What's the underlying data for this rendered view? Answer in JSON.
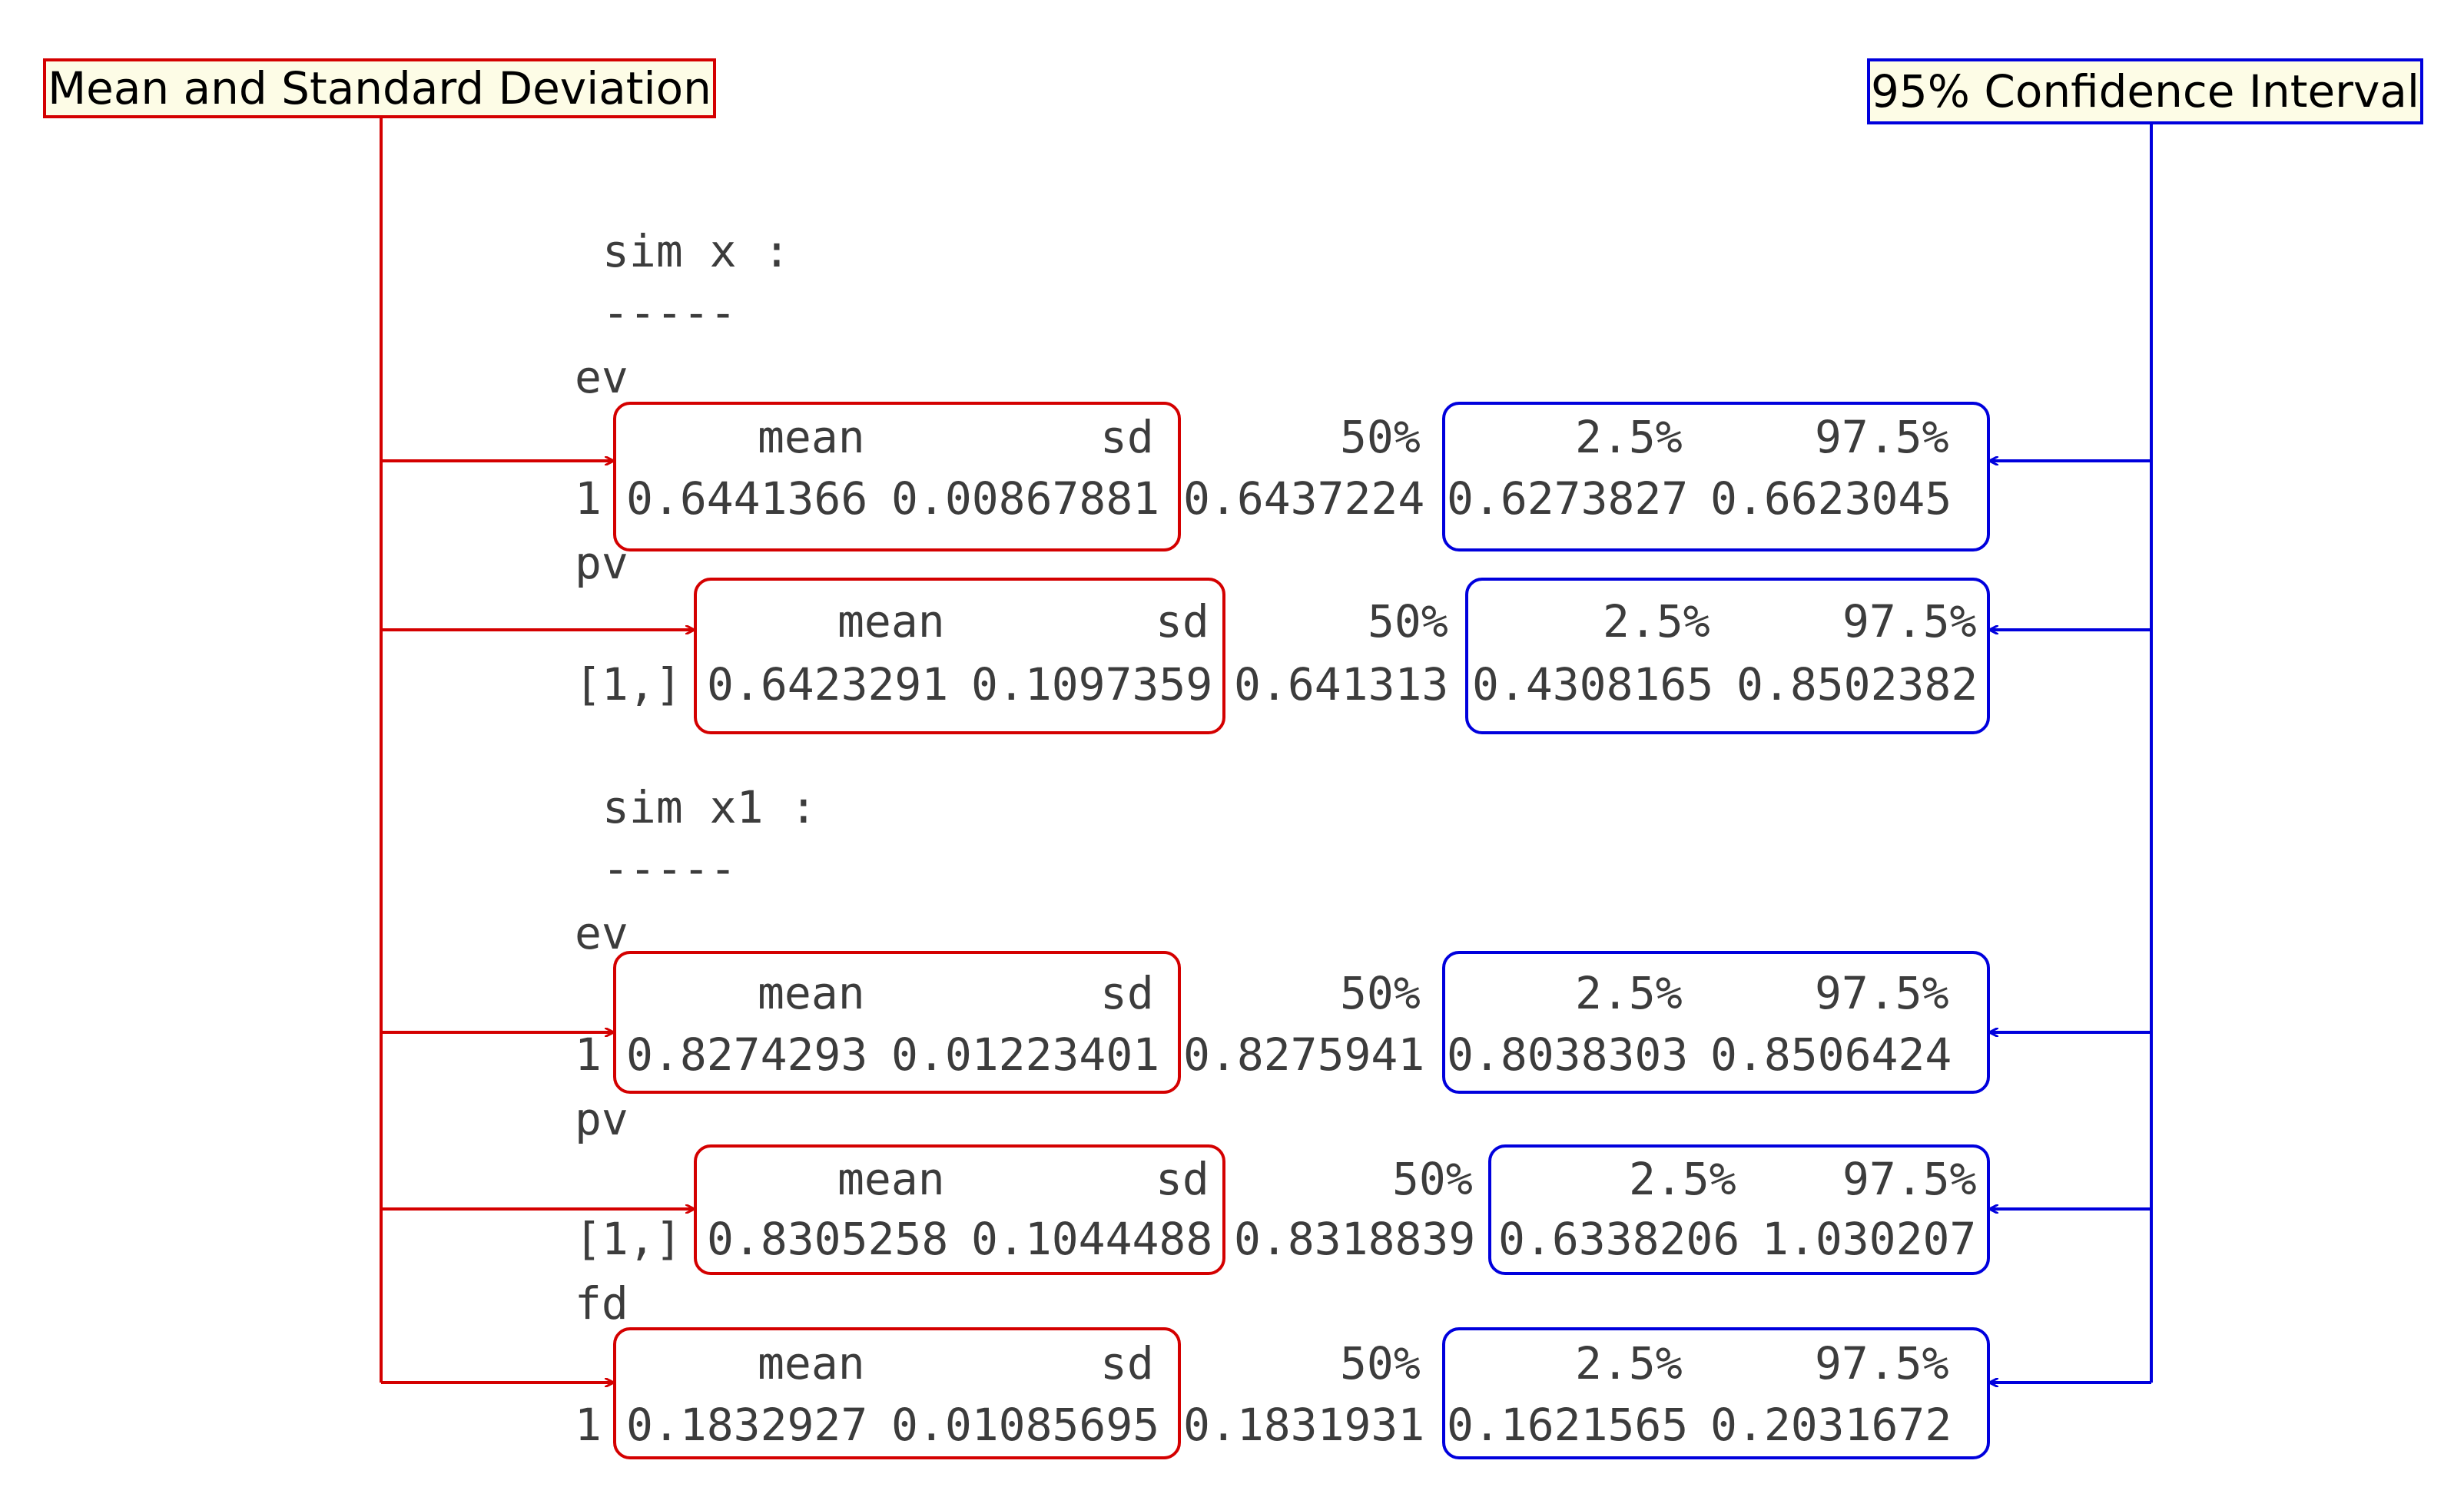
{
  "labels": {
    "mean_sd": "Mean and Standard Deviation",
    "ci": "95% Confidence Interval"
  },
  "colors": {
    "mean_sd": "#d40000",
    "ci": "#0000dd",
    "text": "#3c3c3c"
  },
  "blocks": [
    {
      "sim_title": "sim x :",
      "underline": "-----",
      "sections": [
        {
          "name": "ev",
          "row_label": "1",
          "headers": {
            "mean": "mean",
            "sd": "sd",
            "p50": "50%",
            "p2_5": "2.5%",
            "p97_5": "97.5%"
          },
          "values": {
            "mean": "0.6441366",
            "sd": "0.00867881",
            "p50": "0.6437224",
            "p2_5": "0.6273827",
            "p97_5": "0.6623045"
          }
        },
        {
          "name": "pv",
          "row_label": "[1,]",
          "headers": {
            "mean": "mean",
            "sd": "sd",
            "p50": "50%",
            "p2_5": "2.5%",
            "p97_5": "97.5%"
          },
          "values": {
            "mean": "0.6423291",
            "sd": "0.1097359",
            "p50": "0.641313",
            "p2_5": "0.4308165",
            "p97_5": "0.8502382"
          }
        }
      ]
    },
    {
      "sim_title": "sim x1 :",
      "underline": "-----",
      "sections": [
        {
          "name": "ev",
          "row_label": "1",
          "headers": {
            "mean": "mean",
            "sd": "sd",
            "p50": "50%",
            "p2_5": "2.5%",
            "p97_5": "97.5%"
          },
          "values": {
            "mean": "0.8274293",
            "sd": "0.01223401",
            "p50": "0.8275941",
            "p2_5": "0.8038303",
            "p97_5": "0.8506424"
          }
        },
        {
          "name": "pv",
          "row_label": "[1,]",
          "headers": {
            "mean": "mean",
            "sd": "sd",
            "p50": "50%",
            "p2_5": "2.5%",
            "p97_5": "97.5%"
          },
          "values": {
            "mean": "0.8305258",
            "sd": "0.1044488",
            "p50": "0.8318839",
            "p2_5": "0.6338206",
            "p97_5": "1.030207"
          }
        },
        {
          "name": "fd",
          "row_label": "1",
          "headers": {
            "mean": "mean",
            "sd": "sd",
            "p50": "50%",
            "p2_5": "2.5%",
            "p97_5": "97.5%"
          },
          "values": {
            "mean": "0.1832927",
            "sd": "0.01085695",
            "p50": "0.1831931",
            "p2_5": "0.1621565",
            "p97_5": "0.2031672"
          }
        }
      ]
    }
  ]
}
